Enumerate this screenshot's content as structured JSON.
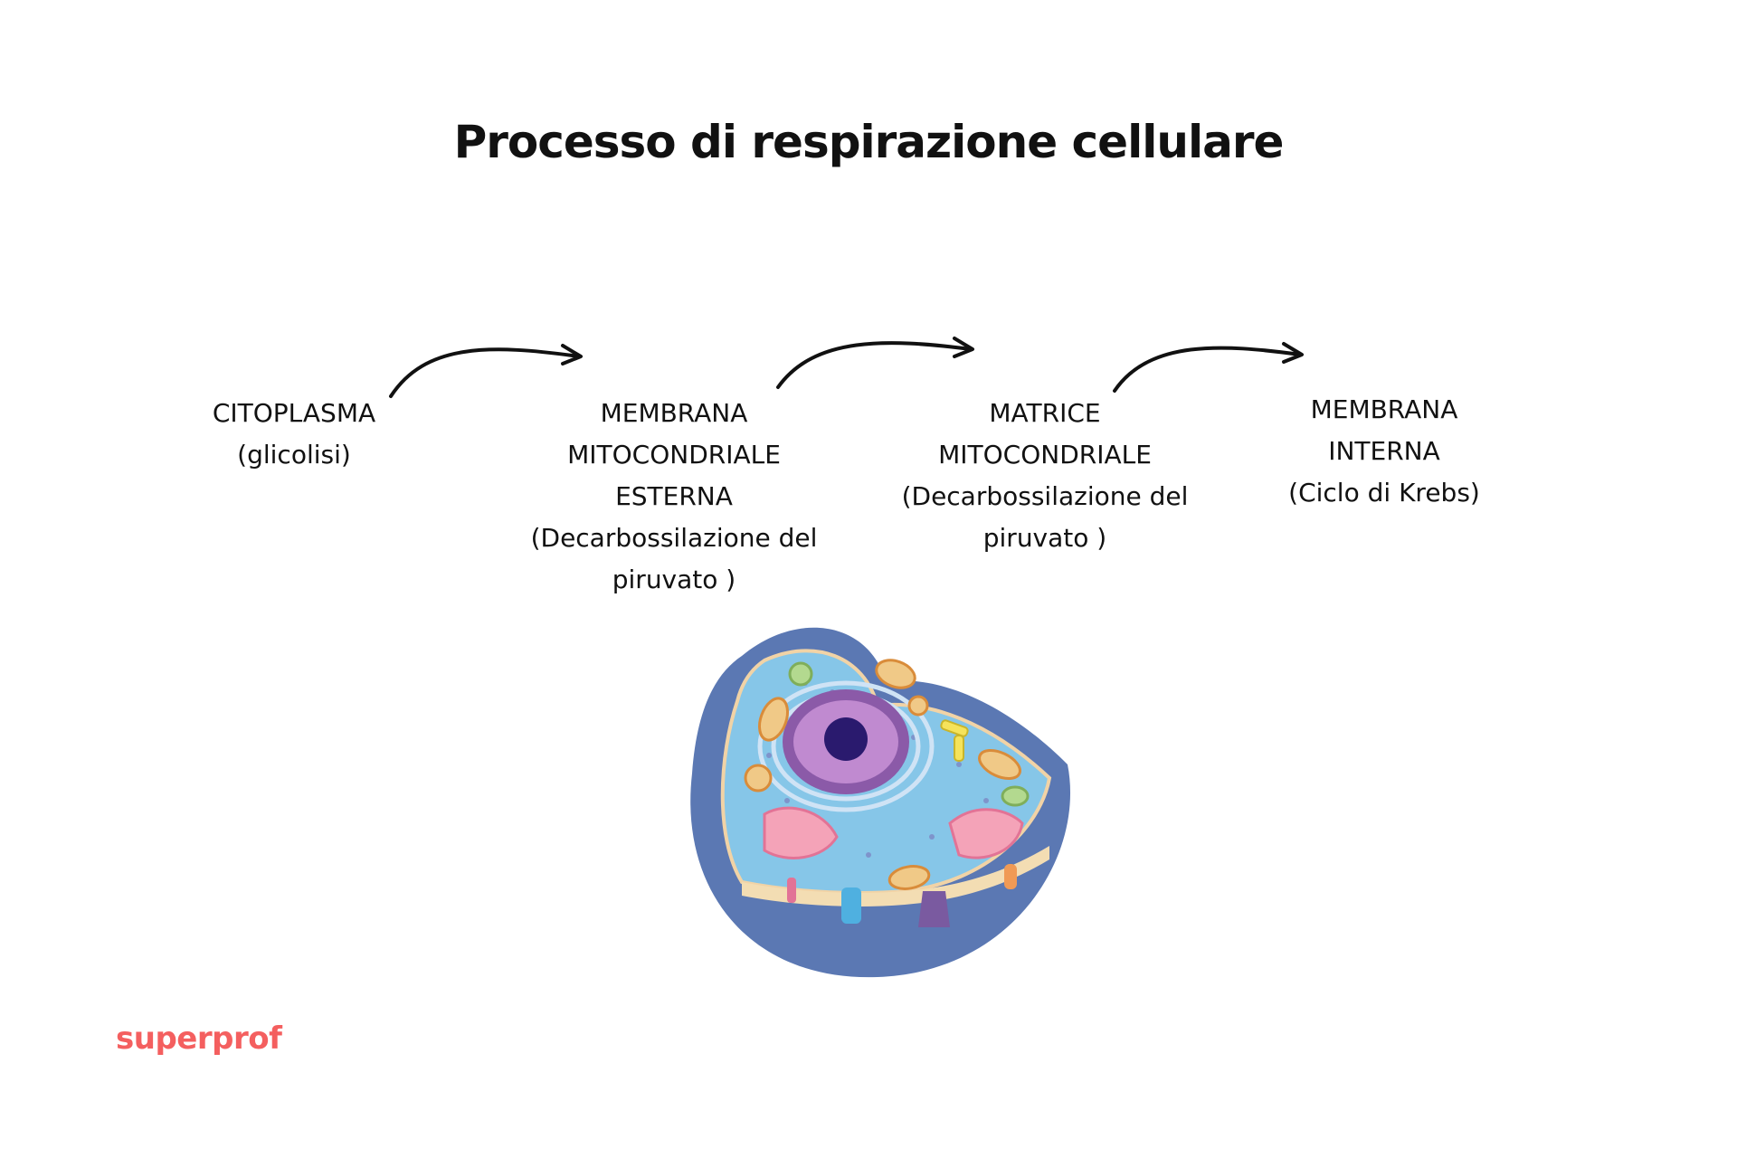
{
  "title": "Processo di respirazione cellulare",
  "stages": [
    {
      "lines": [
        "CITOPLASMA",
        "(glicolisi)"
      ]
    },
    {
      "lines": [
        "MEMBRANA",
        "MITOCONDRIALE",
        "ESTERNA",
        "(Decarbossilazione del",
        "piruvato )"
      ]
    },
    {
      "lines": [
        "MATRICE",
        "MITOCONDRIALE",
        "(Decarbossilazione del",
        "piruvato )"
      ]
    },
    {
      "lines": [
        "MEMBRANA",
        "INTERNA",
        "(Ciclo di Krebs)"
      ]
    }
  ],
  "brand": {
    "name": "superprof",
    "color": "#f45f5f"
  },
  "colors": {
    "text": "#111111",
    "arrow": "#111111",
    "cell_outer": "#5b78b3",
    "cell_inner": "#7fc3e6"
  },
  "icons": [
    "curved-arrow-icon",
    "animal-cell-illustration"
  ]
}
